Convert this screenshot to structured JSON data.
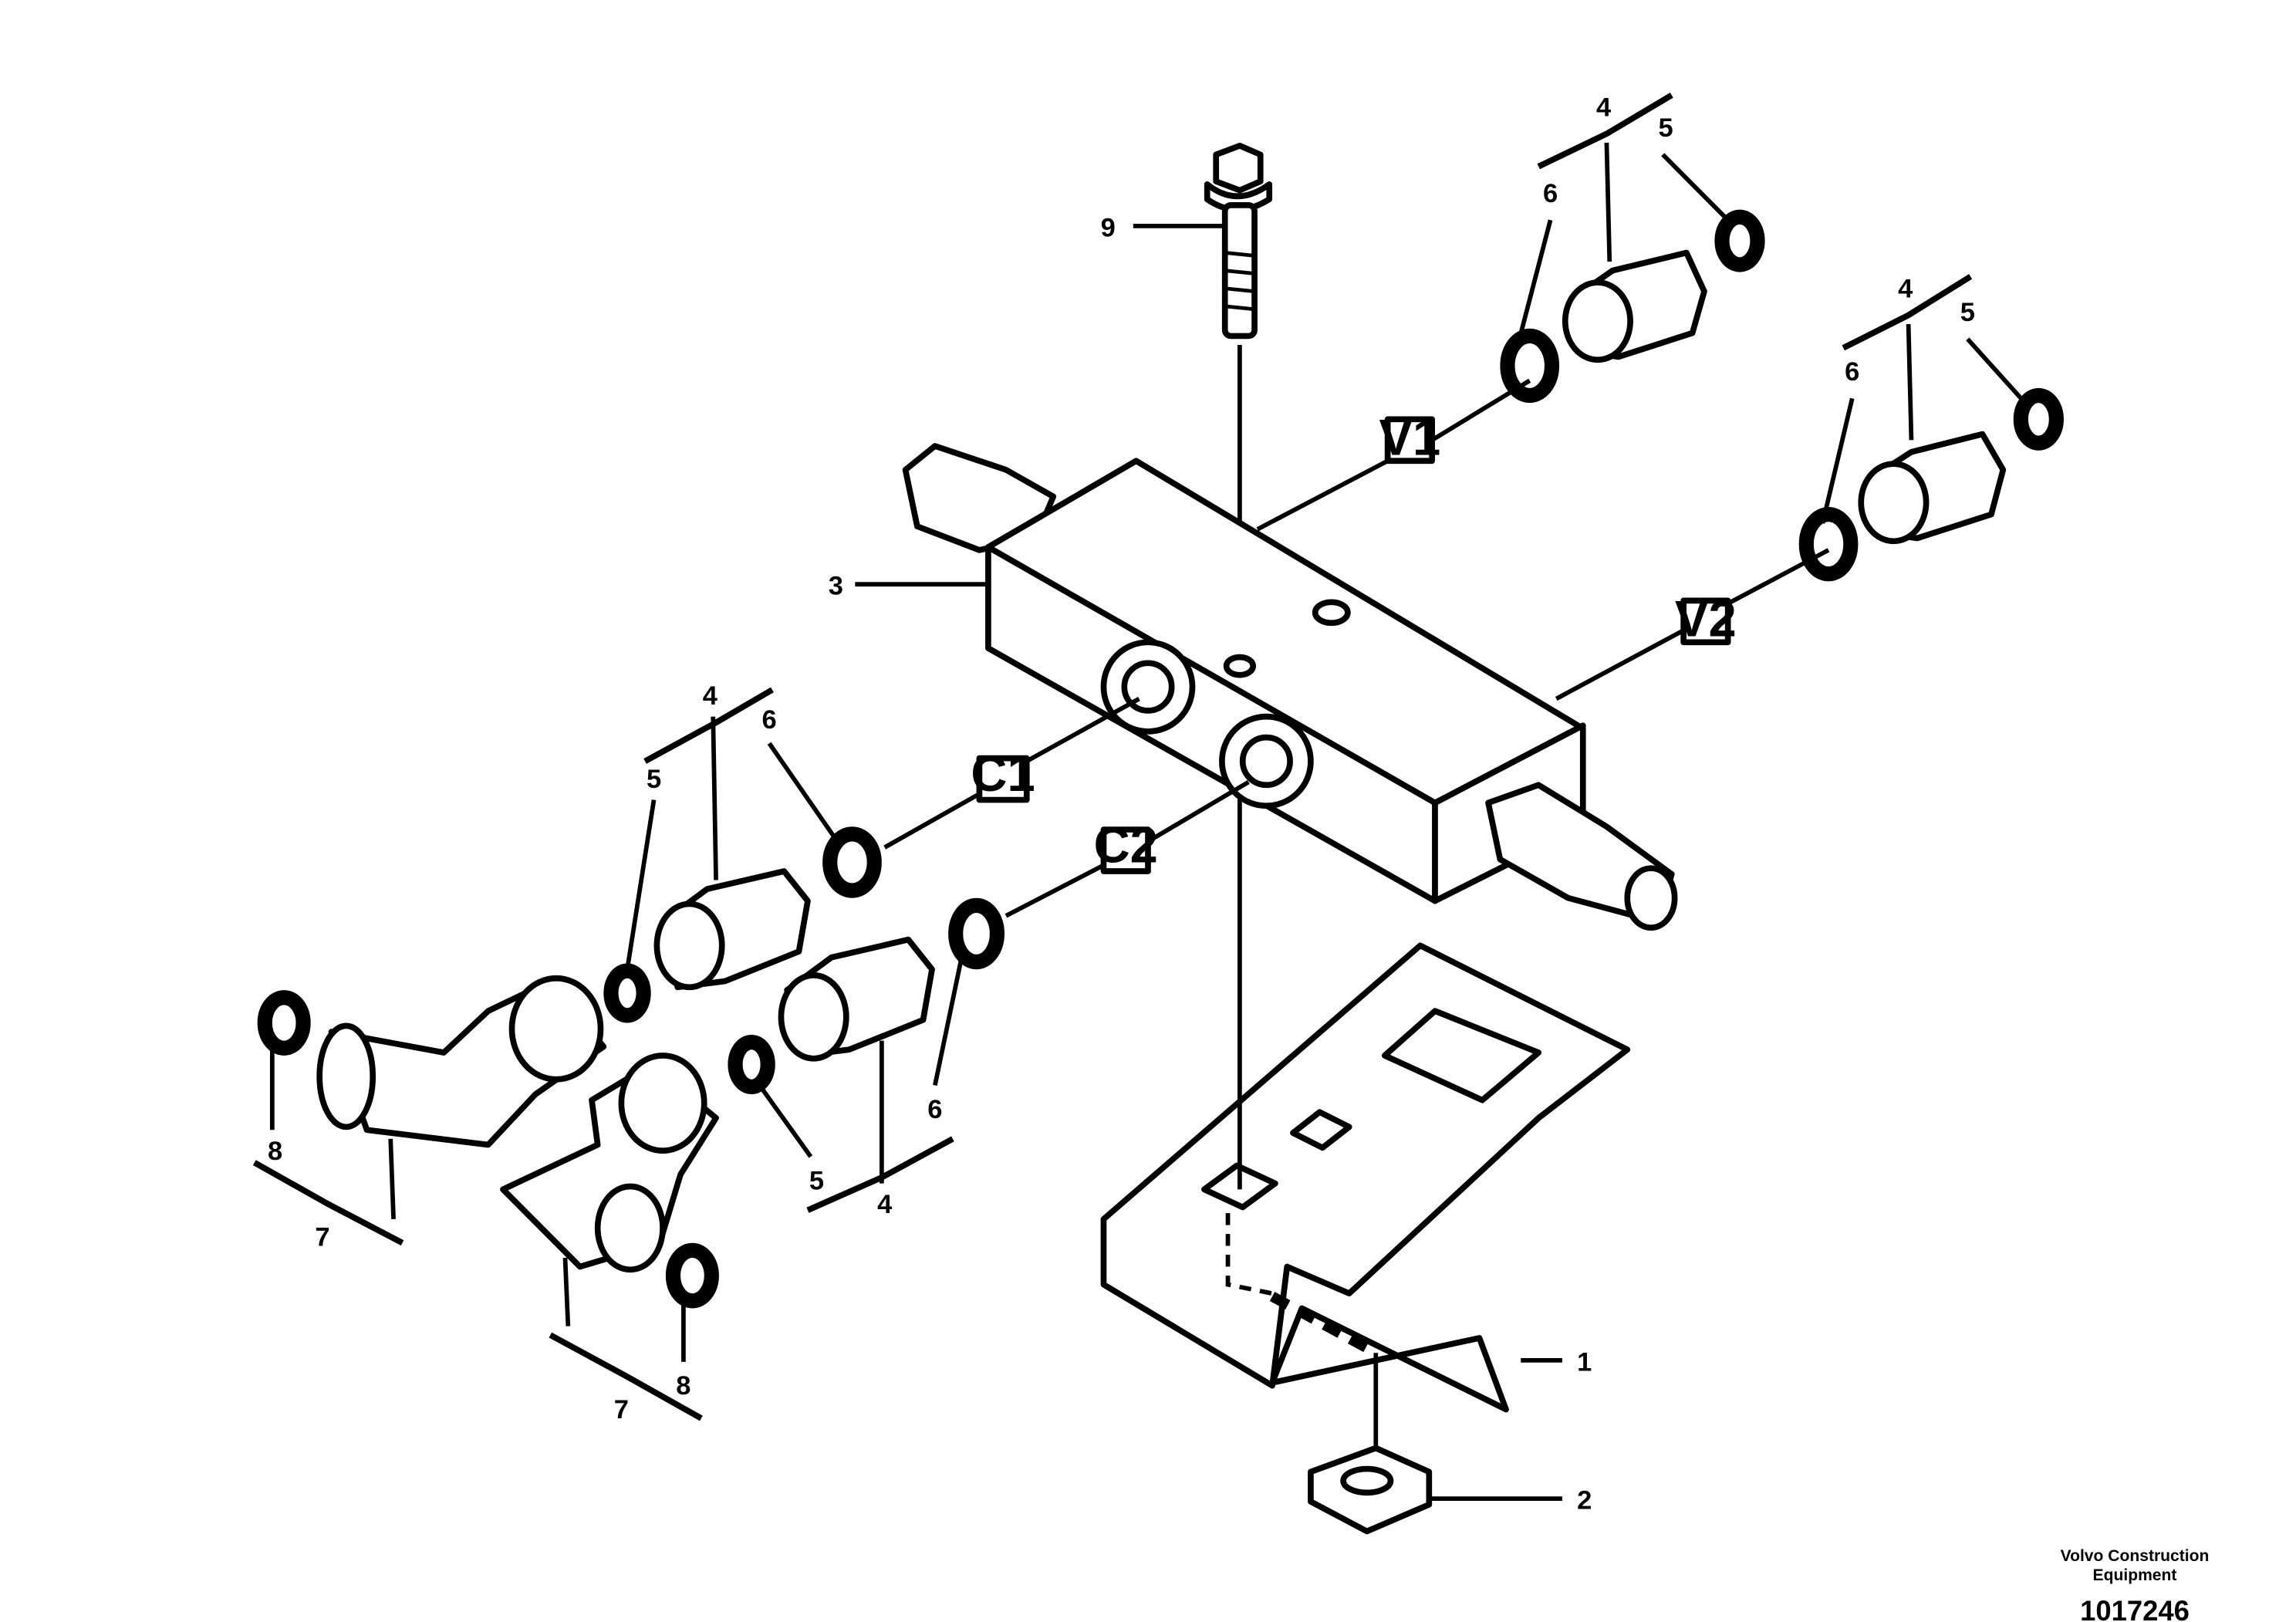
{
  "callouts": {
    "n1": "1",
    "n2": "2",
    "n3": "3",
    "n9": "9",
    "a4": "4",
    "a5": "5",
    "a6": "6",
    "b4": "4",
    "b5": "5",
    "b6": "6",
    "c4": "4",
    "c5": "5",
    "c6": "6",
    "d4": "4",
    "d5": "5",
    "d6": "6",
    "e7": "7",
    "e8": "8",
    "f7": "7",
    "f8": "8"
  },
  "ports": {
    "v1": "V1",
    "v2": "V2",
    "c1": "C1",
    "c2": "C2"
  },
  "footer": {
    "company_line1": "Volvo Construction",
    "company_line2": "Equipment",
    "part_number": "1017246"
  }
}
